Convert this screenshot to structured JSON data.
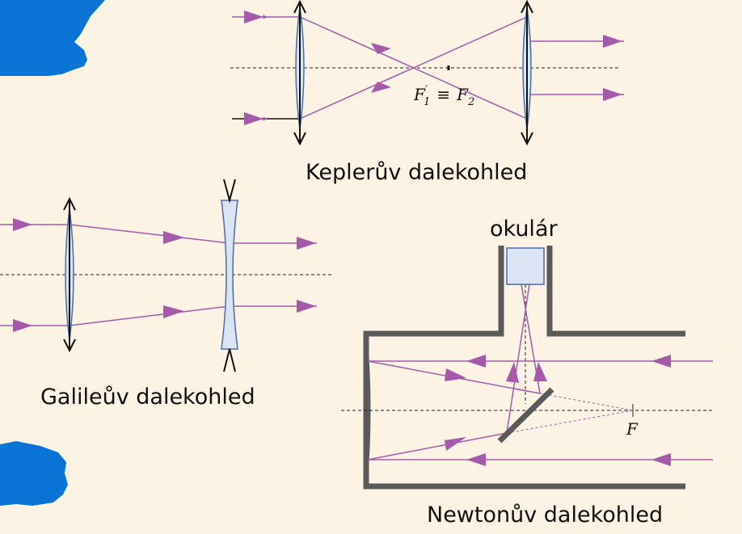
{
  "colors": {
    "background": "#fdf3e5",
    "ray": "#a45aa8",
    "lens_fill": "#dbe4f3",
    "lens_stroke": "#4a6da8",
    "tube": "#5a5a5a",
    "hand": "#0a73d6"
  },
  "kepler": {
    "title": "Keplerův dalekohled",
    "focus_label": "F′₁ ≡ F₂",
    "focus_main": "F",
    "focus_sub1": "1",
    "focus_prime": "′",
    "focus_equiv": "≡",
    "focus_sub2": "2"
  },
  "galileo": {
    "title": "Galileův dalekohled"
  },
  "newton": {
    "title": "Newtonův dalekohled",
    "eyepiece_label": "okulár",
    "focus_label": "F"
  },
  "decor": {
    "hand_icon_count": 2
  }
}
